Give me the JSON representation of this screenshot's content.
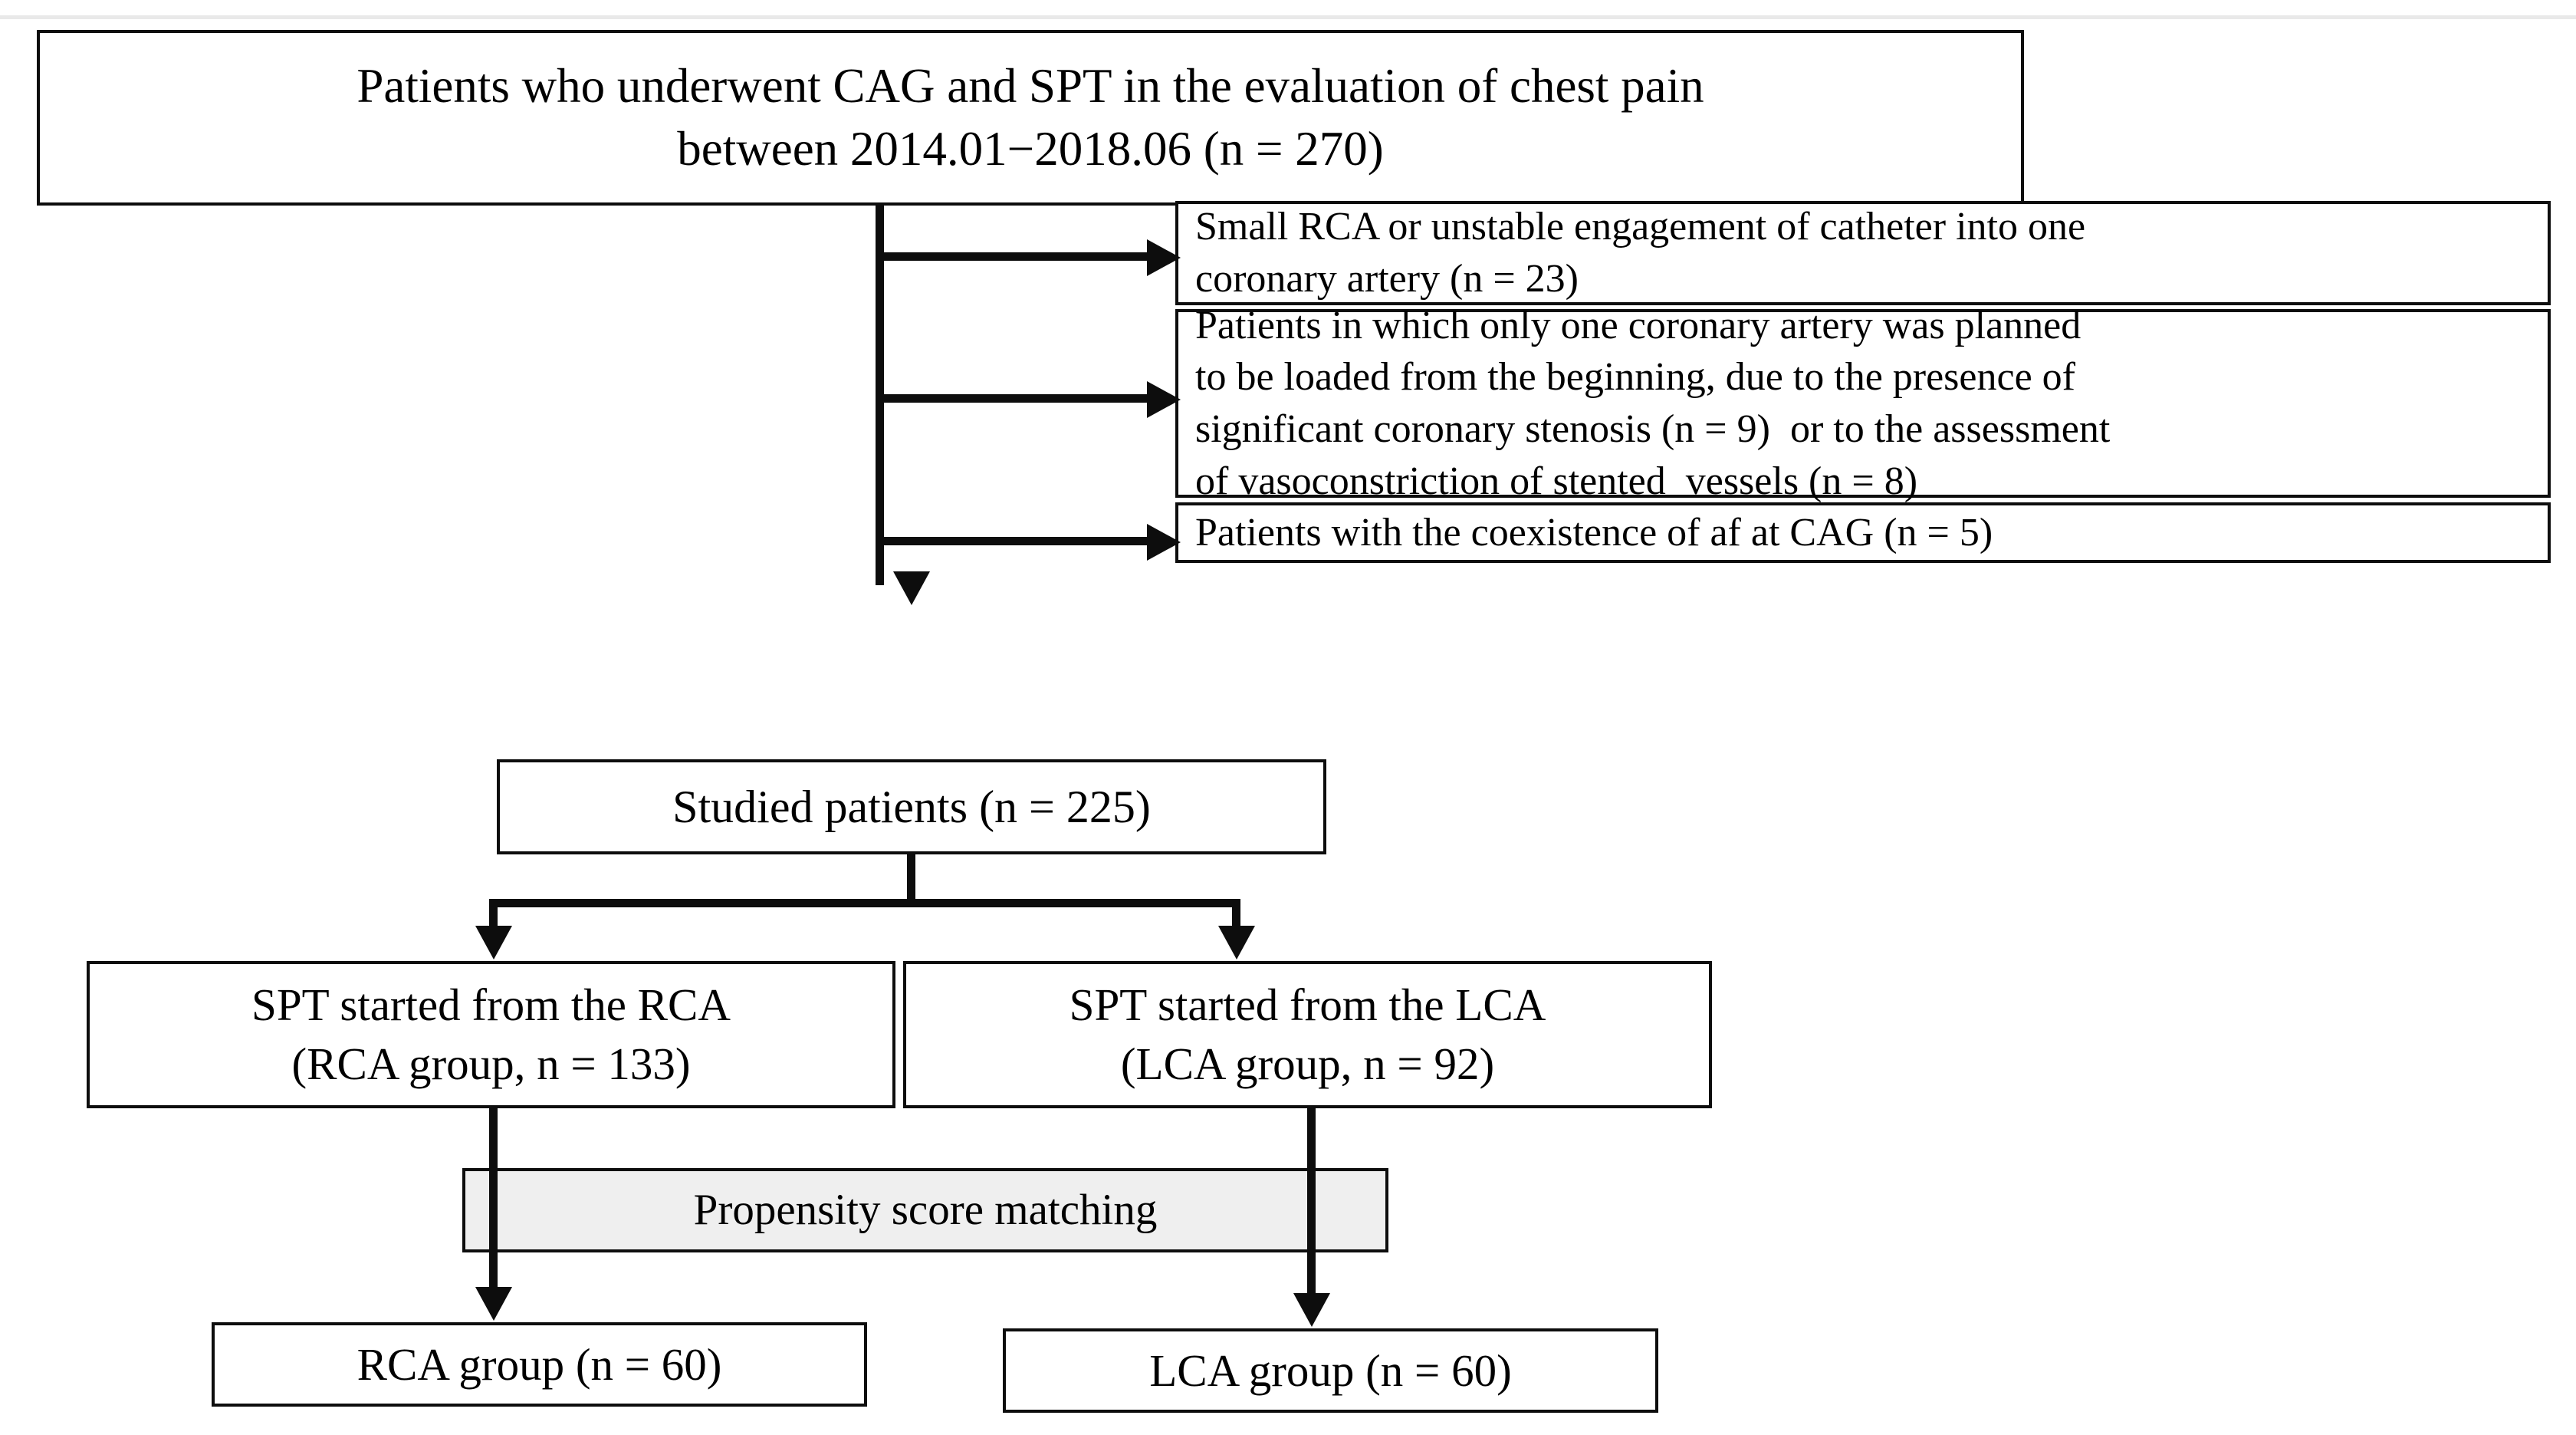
{
  "diagram": {
    "title": "Patient selection flow diagram",
    "accent_color": "#0d0d0d",
    "highlight_fill": "#efefef",
    "background": "#ffffff"
  },
  "nodes": {
    "enrolled": {
      "name": "enrolled-cohort",
      "line1": "Patients who underwent CAG and SPT in the evaluation of chest pain",
      "line2": "between 2014.01−2018.06 (n = 270)"
    },
    "exclusion_1": {
      "name": "exclusion-small-rca",
      "line1": "Small RCA or unstable engagement of catheter into one",
      "line2": "coronary artery (n = 23)"
    },
    "exclusion_2": {
      "name": "exclusion-single-artery-planned",
      "line1": "Patients in which only one coronary artery was planned",
      "line2": "to be loaded from the beginning, due to the presence of",
      "line3": "significant coronary stenosis (n = 9)  or to the assessment",
      "line4": "of vasoconstriction of stented  vessels (n = 8)"
    },
    "exclusion_3": {
      "name": "exclusion-af-at-cag",
      "line1": "Patients with the coexistence of af at CAG (n = 5)"
    },
    "studied": {
      "name": "studied-patients",
      "line1": "Studied patients (n = 225)"
    },
    "rca_arm": {
      "name": "rca-arm",
      "line1": "SPT started from the RCA",
      "line2": "(RCA group, n = 133)"
    },
    "lca_arm": {
      "name": "lca-arm",
      "line1": "SPT started from the LCA",
      "line2": "(LCA group, n = 92)"
    },
    "psm": {
      "name": "propensity-score-matching",
      "line1": "Propensity score matching"
    },
    "rca_final": {
      "name": "rca-matched-group",
      "line1": "RCA group (n = 60)"
    },
    "lca_final": {
      "name": "lca-matched-group",
      "line1": "LCA group (n = 60)"
    }
  },
  "counts": {
    "screened_total": 270,
    "excluded_small_rca": 23,
    "excluded_significant_stenosis": 9,
    "excluded_stented_vessels": 8,
    "excluded_af_at_cag": 5,
    "studied_total": 225,
    "rca_group": 133,
    "lca_group": 92,
    "rca_group_matched": 60,
    "lca_group_matched": 60
  },
  "period": {
    "start": "2014.01",
    "end": "2018.06"
  }
}
